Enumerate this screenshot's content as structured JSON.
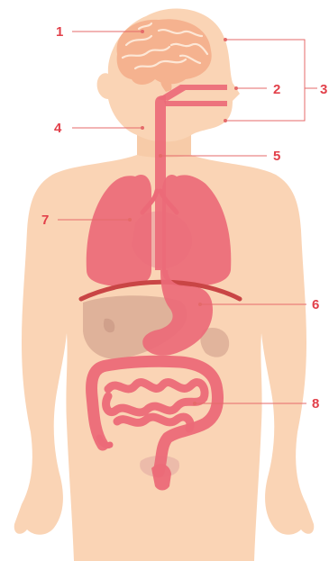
{
  "colors": {
    "background": "#ffffff",
    "skin": "#fad4b5",
    "skin_shade": "#f5c7a3",
    "brain": "#f5b28f",
    "brain_lines": "#fde7d6",
    "organ": "#ec6a78",
    "organ_dark": "#d64d5d",
    "diaphragm": "#c94545",
    "liver": "#d6a791",
    "label": "#e2404a",
    "leader_line": "#e56a6a"
  },
  "labels": [
    {
      "id": "brain",
      "number": "1"
    },
    {
      "id": "mouth",
      "number": "2"
    },
    {
      "id": "head-bracket",
      "number": "3"
    },
    {
      "id": "neck",
      "number": "4"
    },
    {
      "id": "trachea",
      "number": "5"
    },
    {
      "id": "stomach",
      "number": "6"
    },
    {
      "id": "lungs",
      "number": "7"
    },
    {
      "id": "intestines",
      "number": "8"
    }
  ]
}
